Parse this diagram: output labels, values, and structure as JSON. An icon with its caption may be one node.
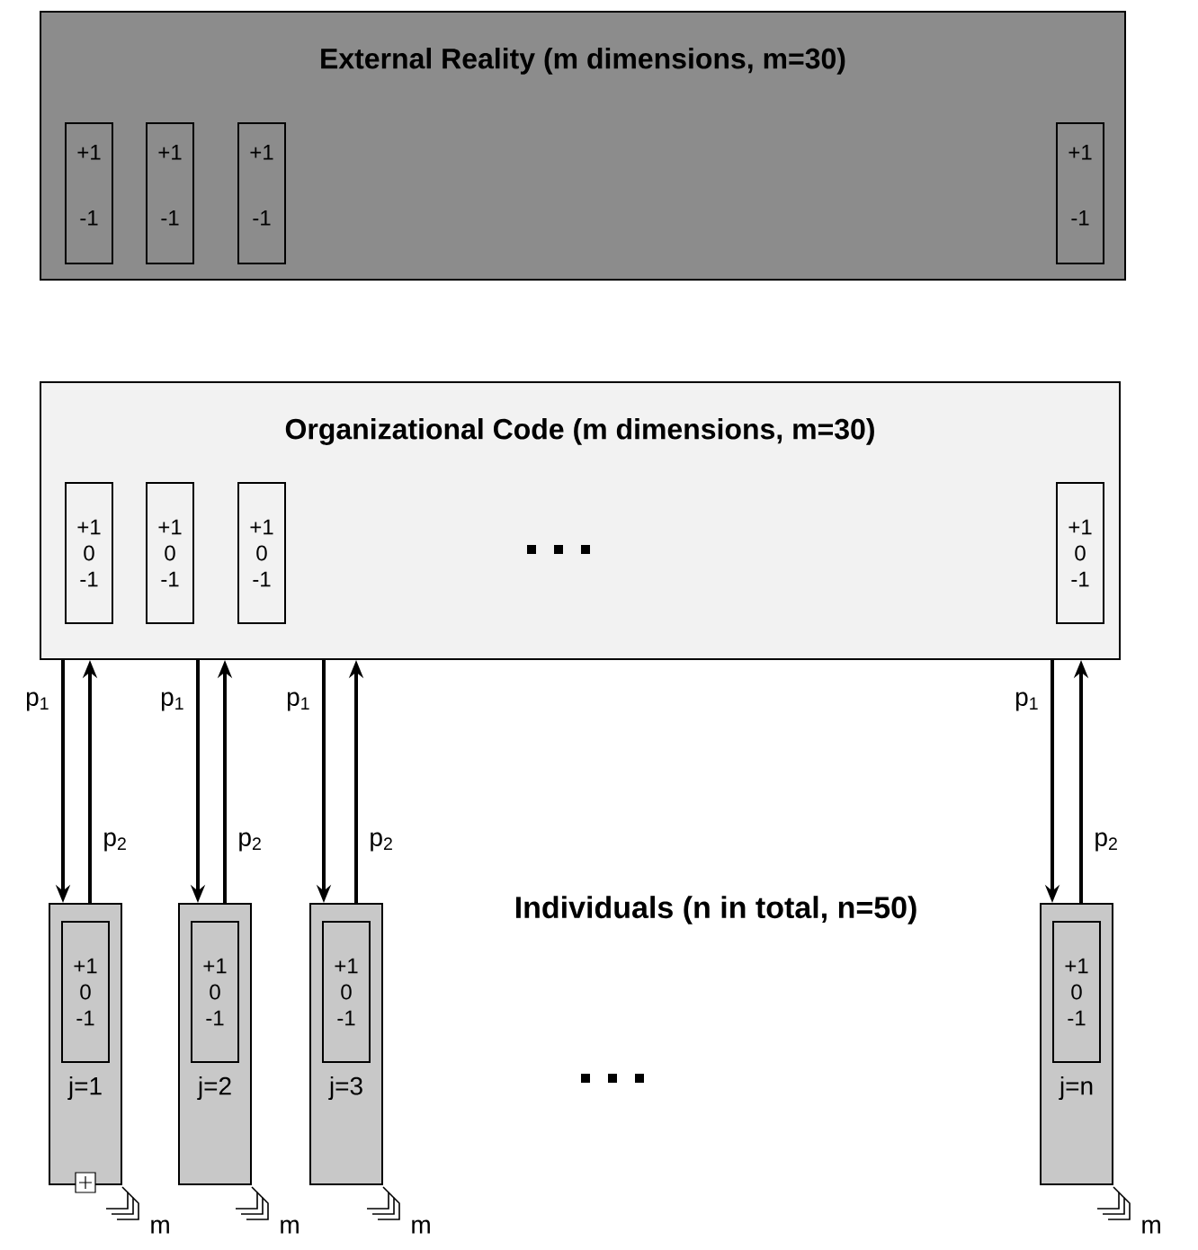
{
  "diagram": {
    "nodes": [
      {
        "text": [
          "External Reality (m dimensions, m=30)"
        ]
      },
      {
        "text": [
          "+1",
          "-1"
        ],
        "in": 0
      },
      {
        "text": [
          "+1",
          "-1"
        ],
        "in": 0
      },
      {
        "text": [
          "+1",
          "-1"
        ],
        "in": 0
      },
      {
        "text": [
          "+1",
          "-1"
        ],
        "in": 0
      },
      {
        "text": [
          "Organizational Code (m dimensions, m=30)"
        ]
      },
      {
        "text": [
          "+1 0 -1"
        ],
        "in": 5
      },
      {
        "text": [
          "+1 0 -1"
        ],
        "in": 5
      },
      {
        "text": [
          "+1 0 -1"
        ],
        "in": 5
      },
      {
        "text": [
          "+1 0 -1"
        ],
        "in": 5
      },
      {
        "text": [
          "j=1"
        ],
        "beside": [
          "m"
        ]
      },
      {
        "text": [
          "+1 0 -1"
        ],
        "in": 10
      },
      {
        "text": [
          "j=2"
        ],
        "beside": [
          "m"
        ]
      },
      {
        "text": [
          "+1 0 -1"
        ],
        "in": 12
      },
      {
        "text": [
          "j=3"
        ],
        "beside": [
          "m"
        ]
      },
      {
        "text": [
          "+1 0 -1"
        ],
        "in": 14
      },
      {
        "text": [
          "j=n"
        ],
        "beside": [
          "m"
        ]
      },
      {
        "text": [
          "+1 0 -1"
        ],
        "in": 16
      }
    ],
    "edges": [
      {
        "from": 5,
        "to": 10,
        "arrow": "to",
        "label": "p$_{1}$"
      },
      {
        "from": 10,
        "to": 5,
        "arrow": "to",
        "label": "p$_{2}$"
      },
      {
        "from": 5,
        "to": 12,
        "arrow": "to",
        "label": "p$_{1}$"
      },
      {
        "from": 12,
        "to": 5,
        "arrow": "to",
        "label": "p$_{2}$"
      },
      {
        "from": 5,
        "to": 14,
        "arrow": "to",
        "label": "p$_{1}$"
      },
      {
        "from": 14,
        "to": 5,
        "arrow": "to",
        "label": "p$_{2}$"
      },
      {
        "from": 5,
        "to": 16,
        "arrow": "to",
        "label": "p$_{1}$"
      },
      {
        "from": 16,
        "to": 5,
        "arrow": "to",
        "label": "p$_{2}$"
      }
    ],
    "labels": [
      "Individuals (n in total, n=50)"
    ]
  }
}
